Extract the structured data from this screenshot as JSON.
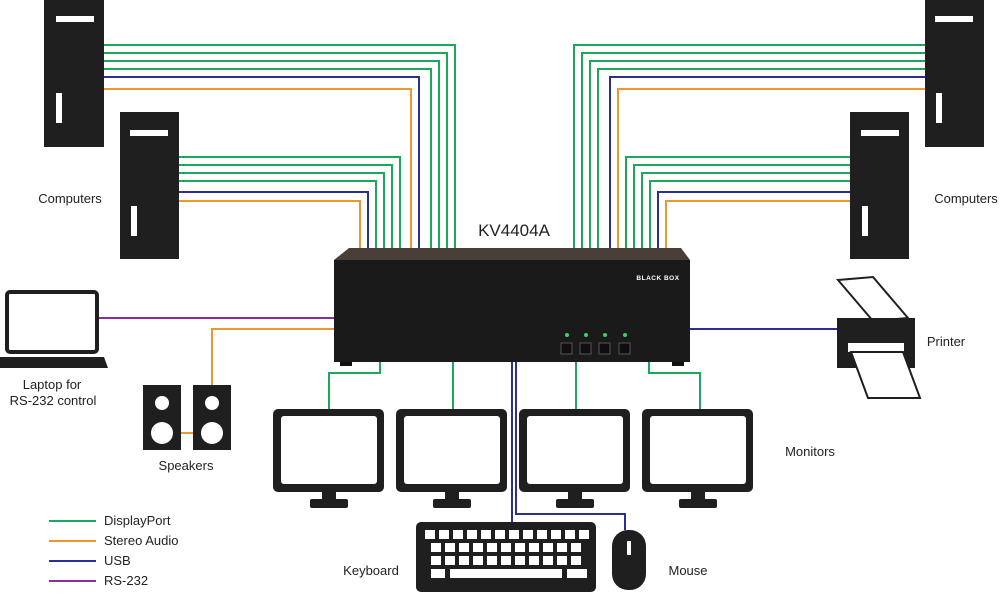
{
  "device": {
    "model": "KV4404A",
    "brand": "BLACK BOX"
  },
  "labels": {
    "computers_left": "Computers",
    "computers_right": "Computers",
    "laptop_line1": "Laptop for",
    "laptop_line2": "RS-232 control",
    "speakers": "Speakers",
    "monitors": "Monitors",
    "printer": "Printer",
    "keyboard": "Keyboard",
    "mouse": "Mouse"
  },
  "legend": [
    {
      "label": "DisplayPort",
      "color": "#1aa85a"
    },
    {
      "label": "Stereo Audio",
      "color": "#f0962e"
    },
    {
      "label": "USB",
      "color": "#2b2f8f"
    },
    {
      "label": "RS-232",
      "color": "#8a2d9c"
    }
  ],
  "colors": {
    "displayport": "#1aa85a",
    "audio": "#f0962e",
    "usb": "#2b2f8f",
    "rs232": "#8a2d9c",
    "device": "#1a1a1a",
    "icon": "#1f1f1f"
  }
}
